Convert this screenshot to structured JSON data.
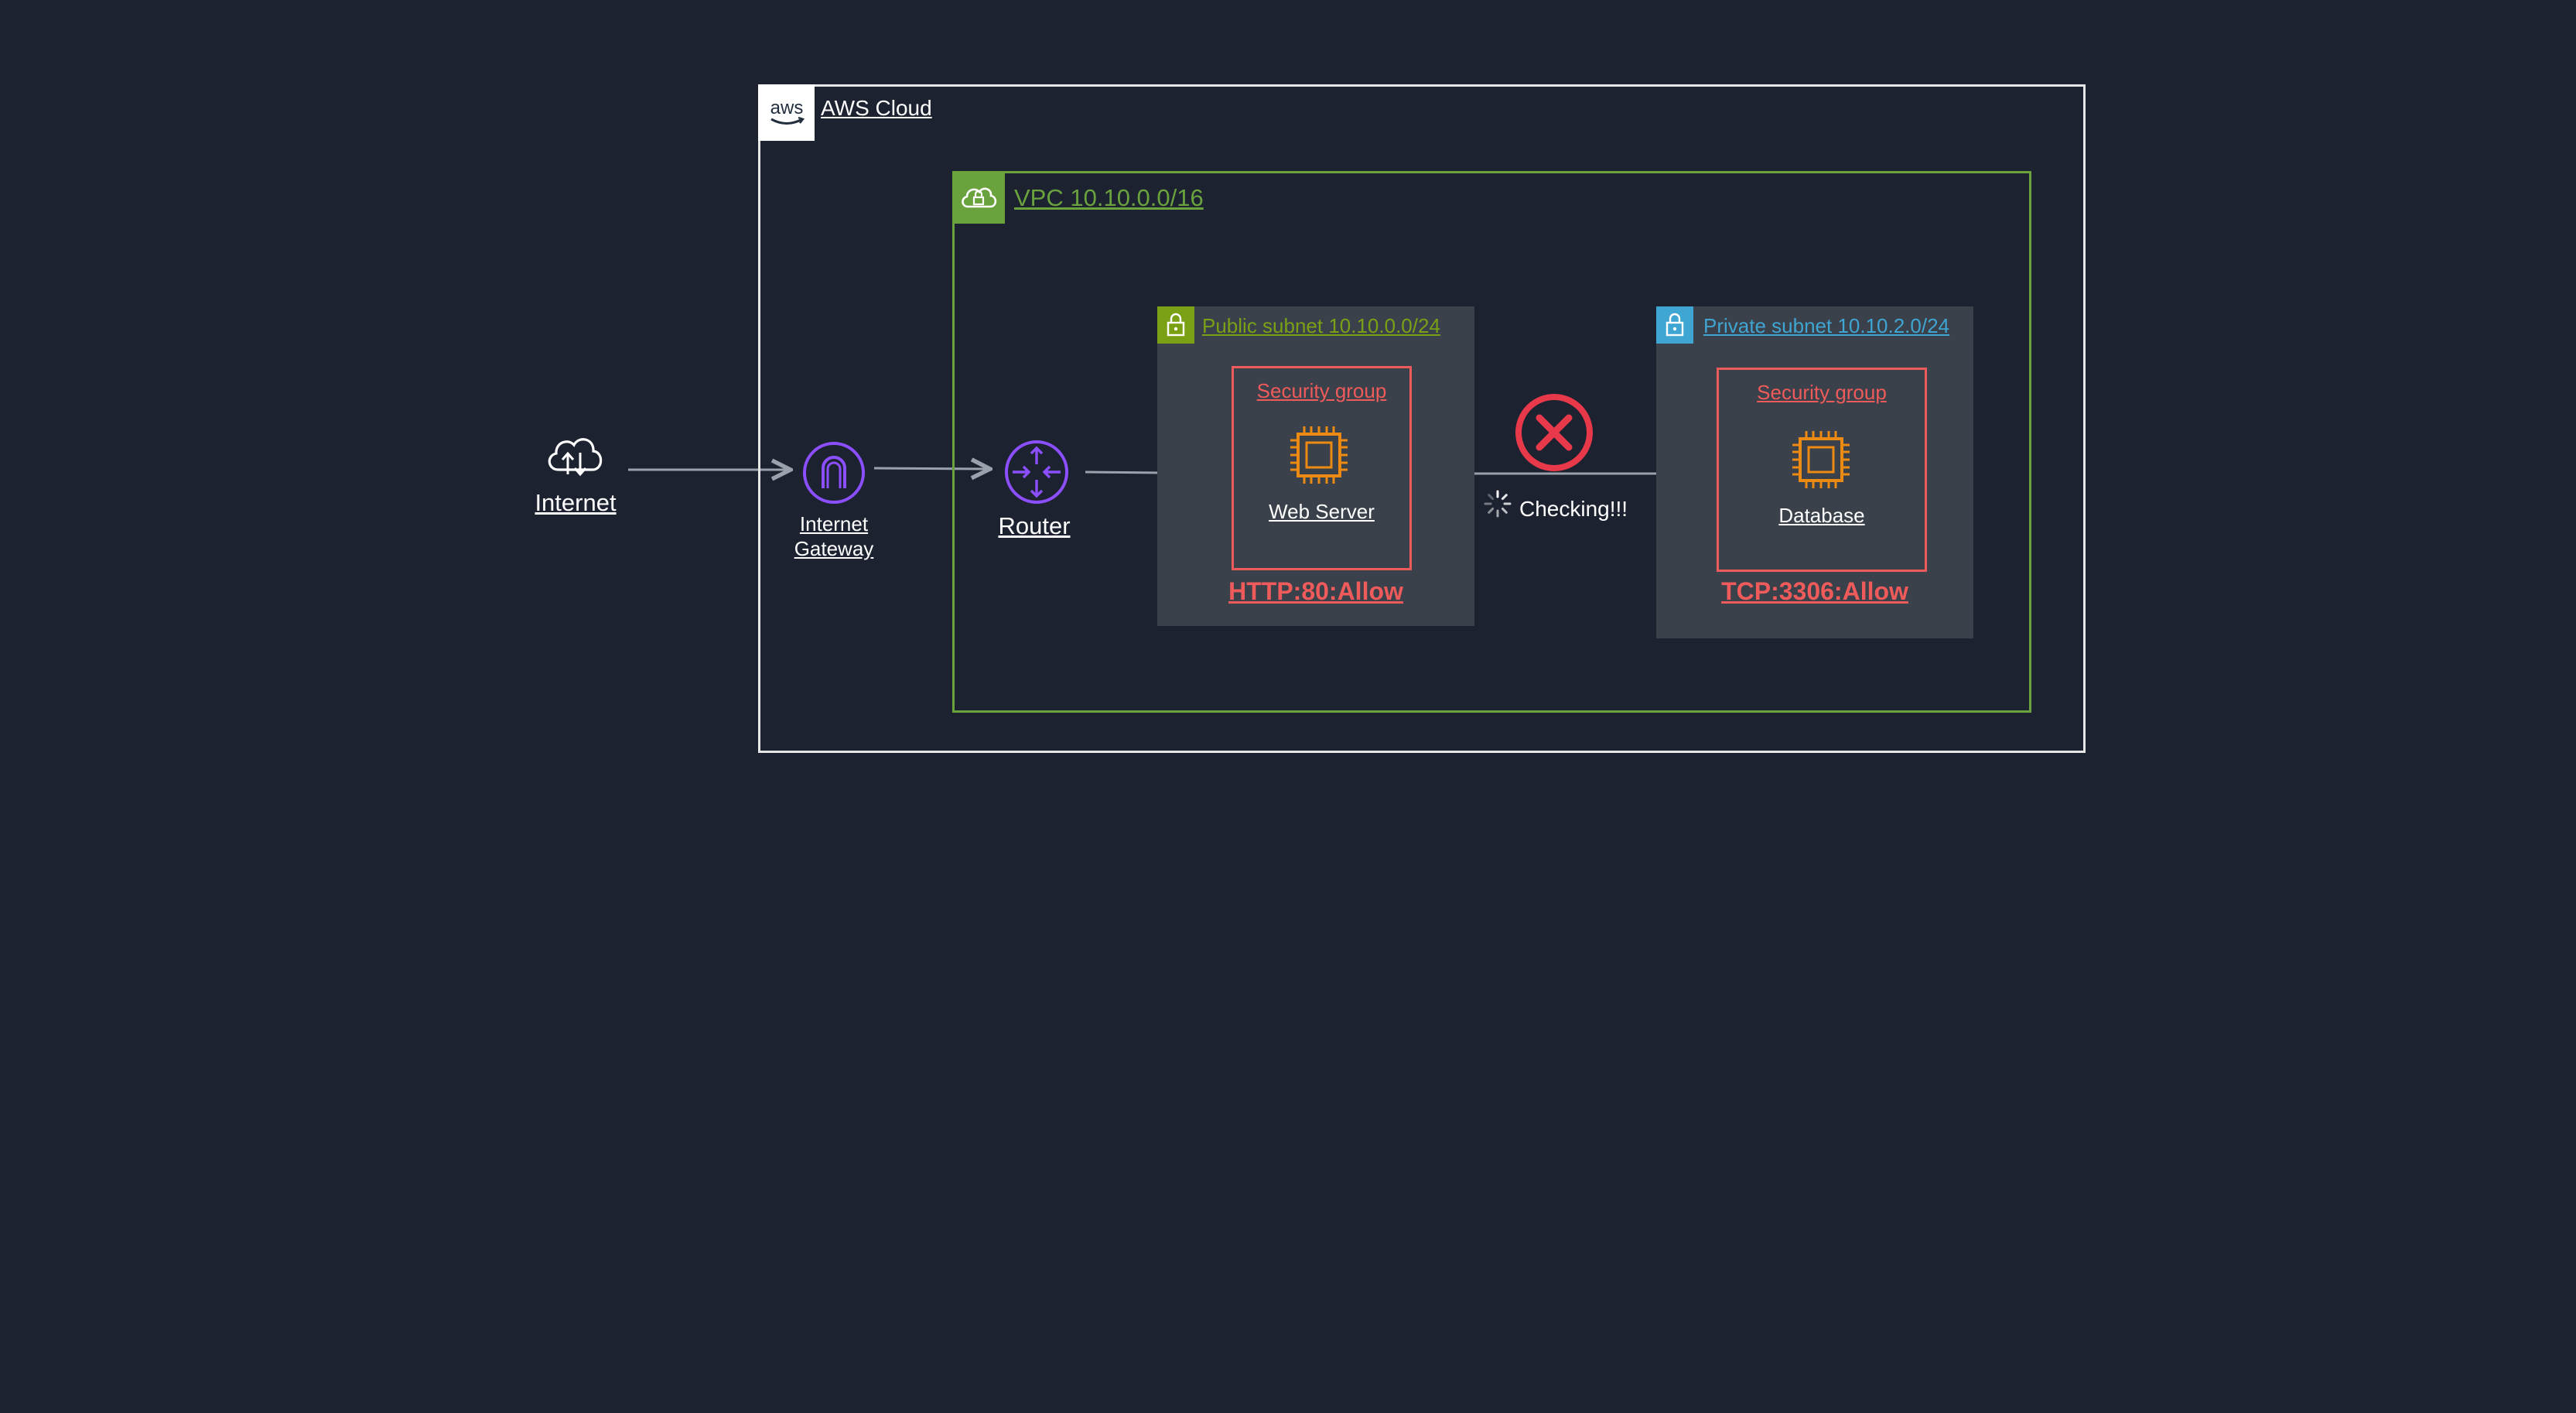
{
  "diagram": {
    "aws_cloud": {
      "label": "AWS Cloud",
      "logo_text": "aws"
    },
    "vpc": {
      "label": "VPC 10.10.0.0/16"
    },
    "public_subnet": {
      "label": "Public subnet 10.10.0.0/24"
    },
    "private_subnet": {
      "label": "Private subnet 10.10.2.0/24"
    },
    "web_security_group": {
      "label": "Security group",
      "rule": "HTTP:80:Allow"
    },
    "db_security_group": {
      "label": "Security group",
      "rule": "TCP:3306:Allow"
    },
    "nodes": {
      "internet": "Internet",
      "internet_gateway_line1": "Internet",
      "internet_gateway_line2": "Gateway",
      "router": "Router",
      "web_server": "Web Server",
      "database": "Database"
    },
    "status": {
      "text": "Checking!!!",
      "blocked": true
    }
  },
  "colors": {
    "background": "#1c2230",
    "cloud_border": "#e6e6e6",
    "vpc_green": "#6aa33e",
    "public_tag": "#7aa116",
    "private_teal": "#3fa5d3",
    "subnet_fill": "#3a414a",
    "security_red": "#ef5a5a",
    "chip_orange": "#ed8a12",
    "network_purple": "#8c4fff",
    "error_red": "#e8394b",
    "connector": "#9aa3ad"
  },
  "icons": [
    "aws-logo",
    "cloud-lock-icon",
    "lock-icon",
    "internet-cloud-icon",
    "internet-gateway-icon",
    "router-icon",
    "ec2-chip-icon",
    "error-x-icon",
    "spinner-icon"
  ]
}
